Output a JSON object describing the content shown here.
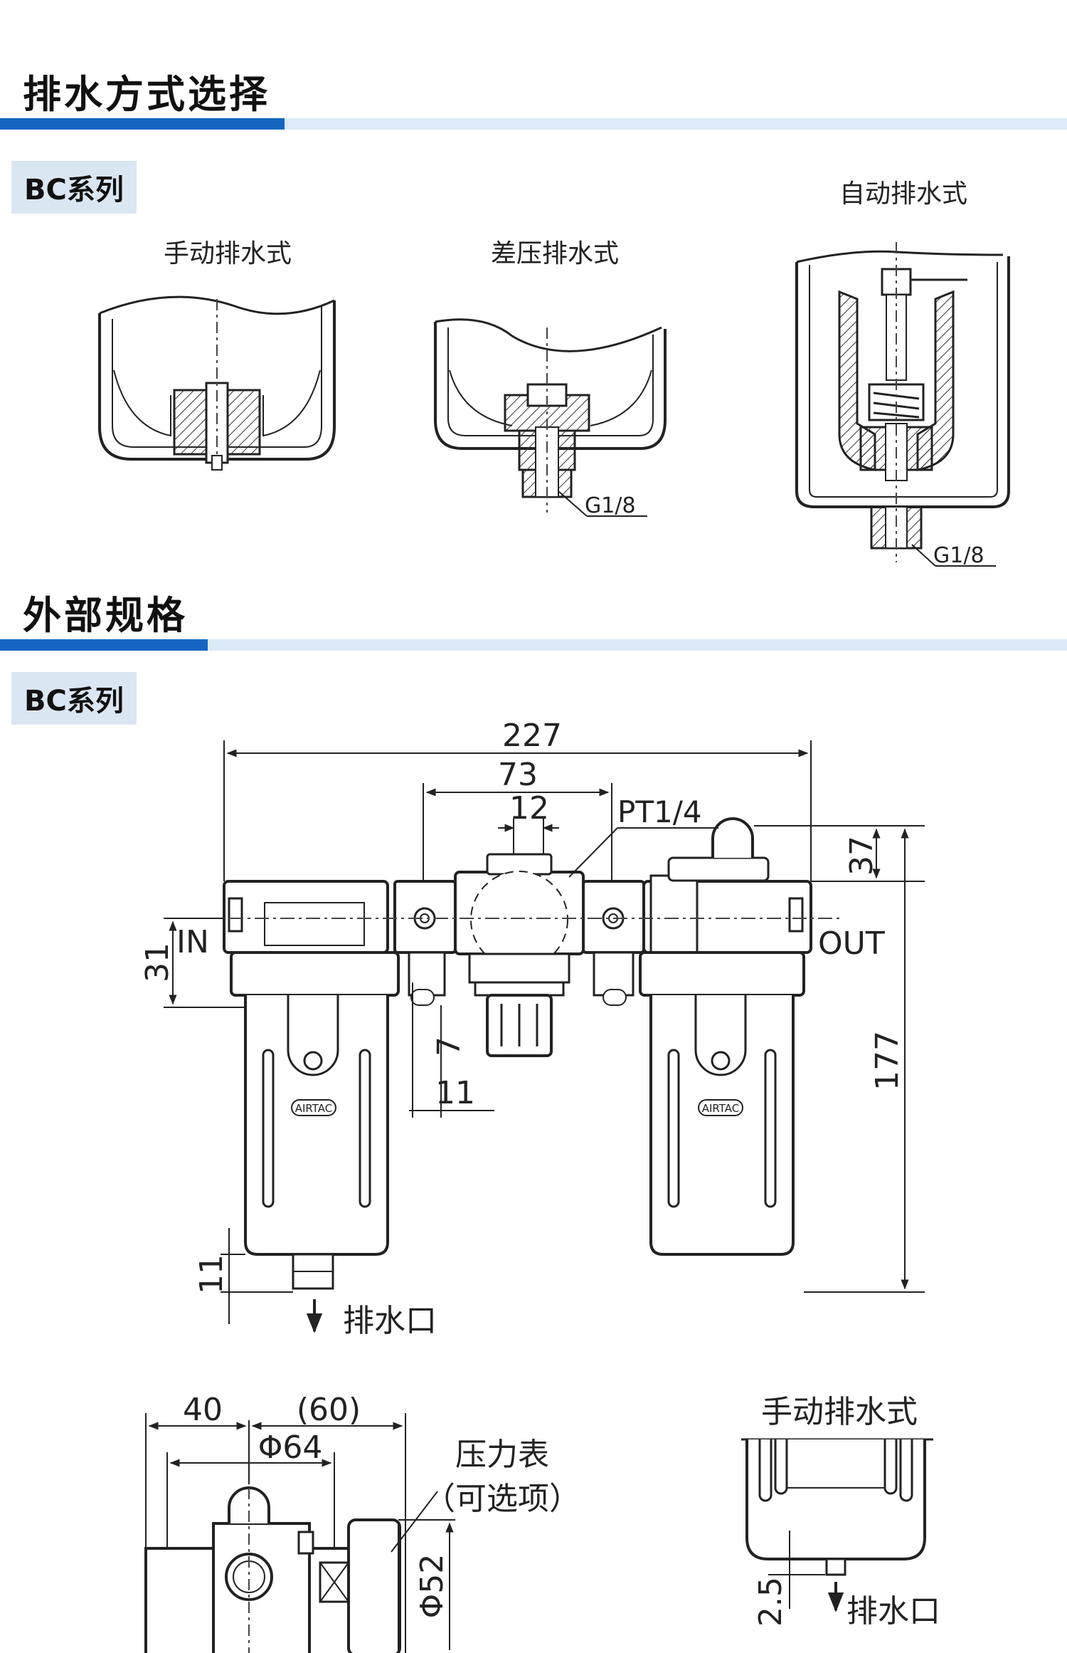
{
  "section1": {
    "title": "排水方式选择",
    "series_tag": "BC系列",
    "drain_types": [
      {
        "label": "手动排水式"
      },
      {
        "label": "差压排水式",
        "port": "G1/8"
      },
      {
        "label": "自动排水式",
        "port": "G1/8"
      }
    ]
  },
  "section2": {
    "title": "外部规格",
    "series_tag": "BC系列",
    "front_view": {
      "dims": {
        "overall_width": "227",
        "center_width": "73",
        "gauge_width": "12",
        "port_thread": "PT1/4",
        "top_height": "37",
        "total_height": "177",
        "inlet_height": "31",
        "knob_height": "7",
        "knob_offset": "11",
        "drain_height": "11"
      },
      "in_label": "IN",
      "out_label": "OUT",
      "drain_label": "排水口",
      "logo_text": "AIRTAC"
    },
    "side_view": {
      "dims": {
        "left": "40",
        "right": "(60)",
        "bowl_dia": "Φ64",
        "gauge_dia": "Φ52"
      },
      "gauge_label": "压力表",
      "gauge_option": "（可选项）"
    },
    "manual_drain_view": {
      "title": "手动排水式",
      "dim": "2.5",
      "drain_label": "排水口"
    }
  }
}
